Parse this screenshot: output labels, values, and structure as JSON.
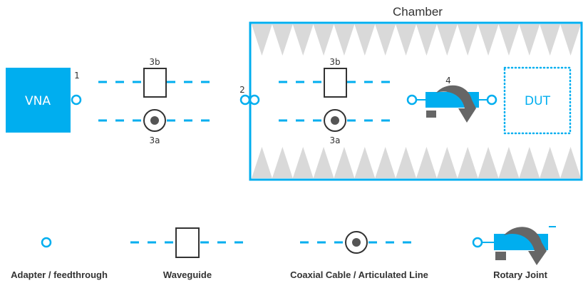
{
  "colors": {
    "accent": "#00aeef",
    "outline": "#333333",
    "absorber": "#d9d9d9",
    "rotary_arrow": "#666666",
    "text": "#333333",
    "white": "#ffffff"
  },
  "diagram": {
    "chamber_title": "Chamber",
    "vna_label": "VNA",
    "dut_label": "DUT",
    "port_labels": {
      "p1": "1",
      "p2": "2",
      "p4": "4",
      "waveguide_outside": "3b",
      "coax_outside": "3a",
      "waveguide_inside": "3b",
      "coax_inside": "3a"
    },
    "absorber_count_top": 16,
    "absorber_count_bottom": 16
  },
  "legend": {
    "items": [
      {
        "key": "adapter",
        "label": "Adapter / feedthrough"
      },
      {
        "key": "waveguide",
        "label": "Waveguide"
      },
      {
        "key": "coax",
        "label": "Coaxial Cable / Articulated Line"
      },
      {
        "key": "rotary",
        "label": "Rotary Joint"
      }
    ]
  }
}
